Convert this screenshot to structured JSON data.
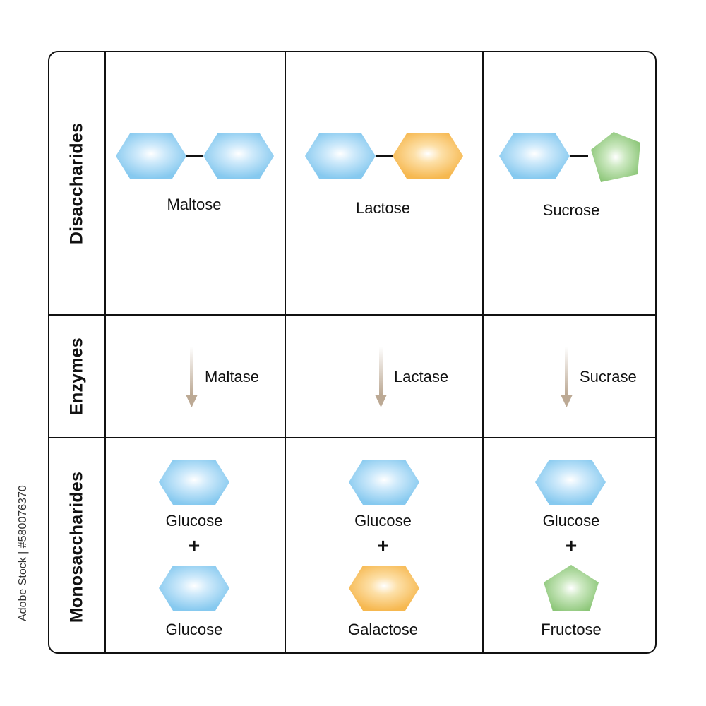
{
  "rows": {
    "disaccharides": "Disaccharides",
    "enzymes": "Enzymes",
    "monosaccharides": "Monosaccharides"
  },
  "columns": [
    {
      "disaccharide": "Maltose",
      "enzyme": "Maltase",
      "product_top": "Glucose",
      "plus": "+",
      "product_bottom": "Glucose"
    },
    {
      "disaccharide": "Lactose",
      "enzyme": "Lactase",
      "product_top": "Glucose",
      "plus": "+",
      "product_bottom": "Galactose"
    },
    {
      "disaccharide": "Sucrose",
      "enzyme": "Sucrase",
      "product_top": "Glucose",
      "plus": "+",
      "product_bottom": "Fructose"
    }
  ],
  "colors": {
    "glucose": "#8fcdf0",
    "galactose": "#f7bd5e",
    "fructose": "#90c97c",
    "arrow": "#c7b6a4",
    "border": "#111111"
  },
  "watermark": "Adobe Stock | #580076370"
}
